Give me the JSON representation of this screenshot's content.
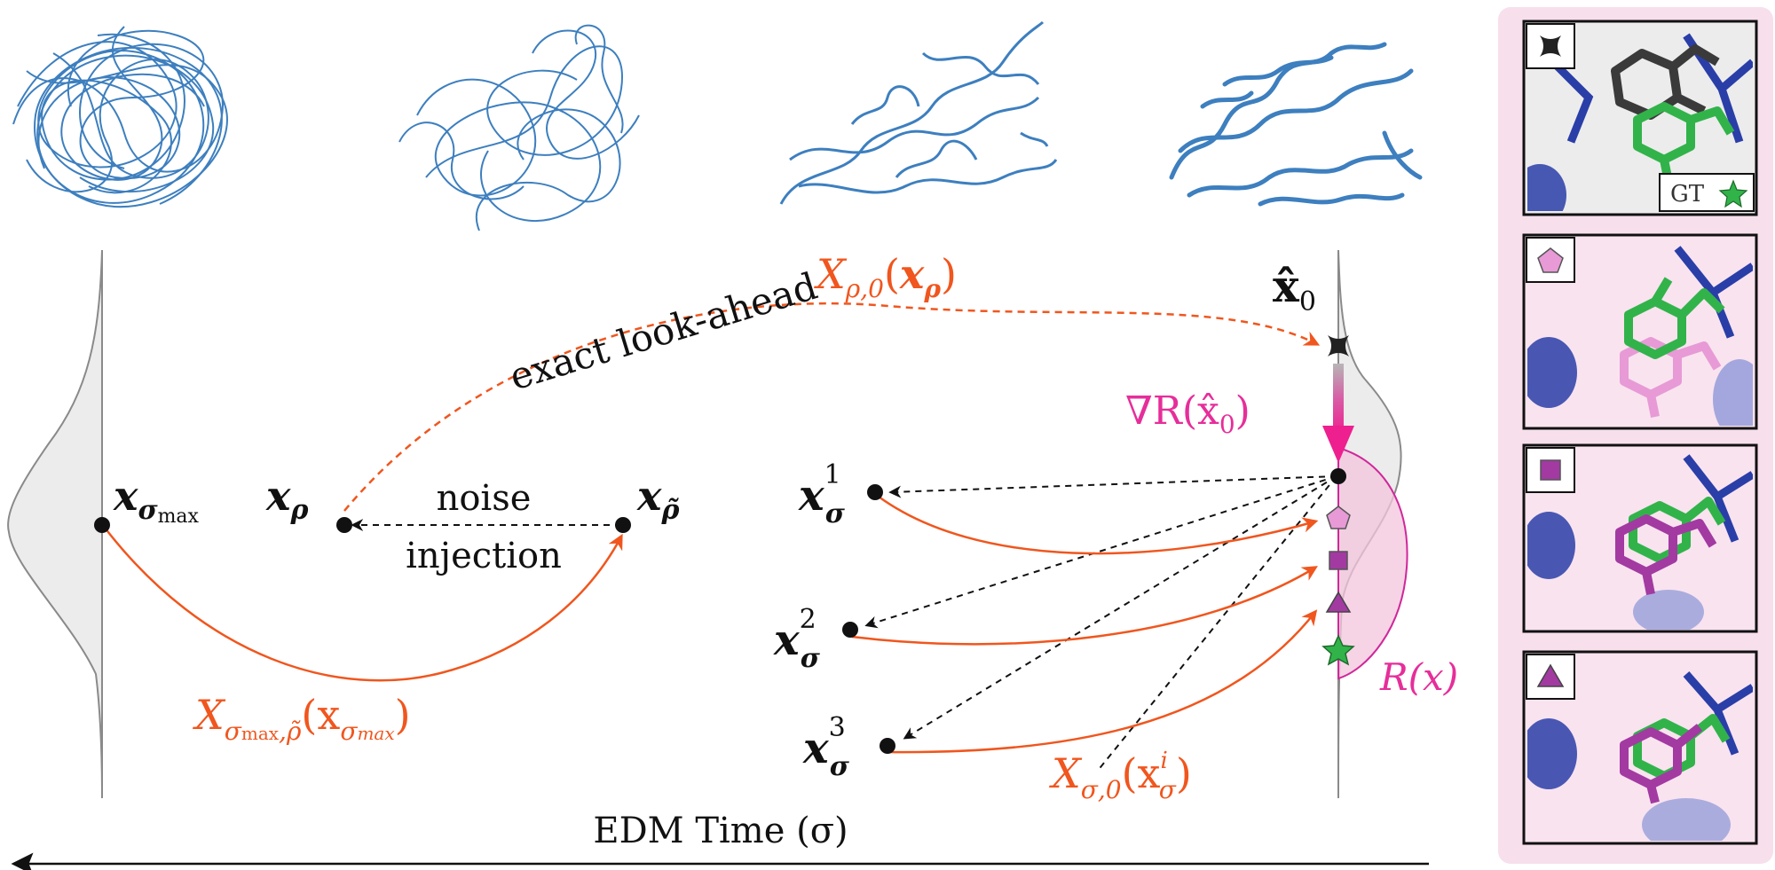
{
  "colors": {
    "orange": "#f0561e",
    "magenta": "#e62e9a",
    "black": "#111111",
    "protein_blue": "#3d7fbf",
    "panel_bg": "#f7dfec",
    "ligand_green": "#31b34a",
    "ligand_pink": "#e79ad6",
    "ligand_purple": "#a23aa2",
    "ligand_dark": "#3a3a3a",
    "residue_blue": "#2a3ea8"
  },
  "labels": {
    "x_sigma_max": "x",
    "x_sigma_max_sub": "σ",
    "x_sigma_max_subsub": "max",
    "x_rho": "x",
    "x_rho_sub": "ρ",
    "x_rho_tilde": "x",
    "x_rho_tilde_sub": "ρ̃",
    "noise": "noise",
    "injection": "injection",
    "lookahead_text": "exact look-ahead",
    "lookahead_X": "X",
    "lookahead_X_sub": "ρ,0",
    "lookahead_arg_open": "(",
    "lookahead_arg_x": "x",
    "lookahead_arg_sub": "ρ",
    "lookahead_arg_close": ")",
    "xhat0": "x̂",
    "xhat0_sub": "0",
    "grad": "∇R(x̂",
    "grad_sub": "0",
    "grad_close": ")",
    "Rx": "R(x)",
    "x_s1": "x",
    "x_s1_sup": "1",
    "x_s1_sub": "σ",
    "x_s2": "x",
    "x_s2_sup": "2",
    "x_s2_sub": "σ",
    "x_s3": "x",
    "x_s3_sup": "3",
    "x_s3_sub": "σ",
    "X_smax": "X",
    "X_smax_sub": "σ",
    "X_smax_subsub": "max",
    "X_smax_comma": ",ρ̃",
    "X_smax_arg": "(x",
    "X_smax_arg_sub": "σ",
    "X_smax_arg_subsub": "max",
    "X_smax_arg_close": ")",
    "X_s0": "X",
    "X_s0_sub": "σ,0",
    "X_s0_arg": "(x",
    "X_s0_arg_sup": "i",
    "X_s0_arg_sub": "σ",
    "X_s0_arg_close": ")",
    "edm_time": "EDM Time (σ)",
    "gt": "GT"
  },
  "panels": [
    {
      "id": "lookahead",
      "marker": "cross-icon",
      "ligand": "dark"
    },
    {
      "id": "sample-1",
      "marker": "pentagon-icon",
      "ligand": "pink"
    },
    {
      "id": "sample-2",
      "marker": "square-icon",
      "ligand": "purple"
    },
    {
      "id": "sample-3",
      "marker": "triangle-icon",
      "ligand": "purple"
    }
  ]
}
